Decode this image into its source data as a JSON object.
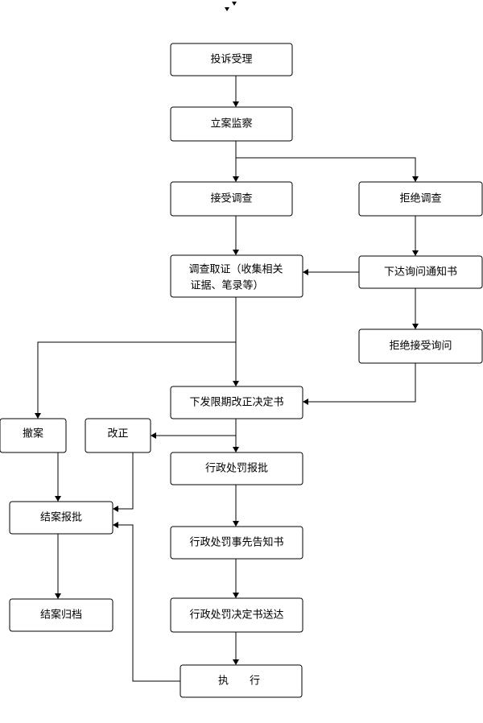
{
  "nodes": {
    "complaint": "投诉受理",
    "register": "立案监察",
    "accept": "接受调查",
    "refuse": "拒绝调查",
    "evidence_line1": "调查取证（收集相关",
    "evidence_line2": "证据、笔录等）",
    "notice": "下达询问通知书",
    "refuse_inquiry": "拒绝接受询问",
    "rectify_order": "下发限期改正决定书",
    "withdraw": "撤案",
    "corrected": "改正",
    "penalty_report": "行政处罚报批",
    "close_report": "结案报批",
    "prior_notice": "行政处罚事先告知书",
    "archive": "结案归档",
    "decision_delivery": "行政处罚决定书送达",
    "execute": "执　　行"
  }
}
